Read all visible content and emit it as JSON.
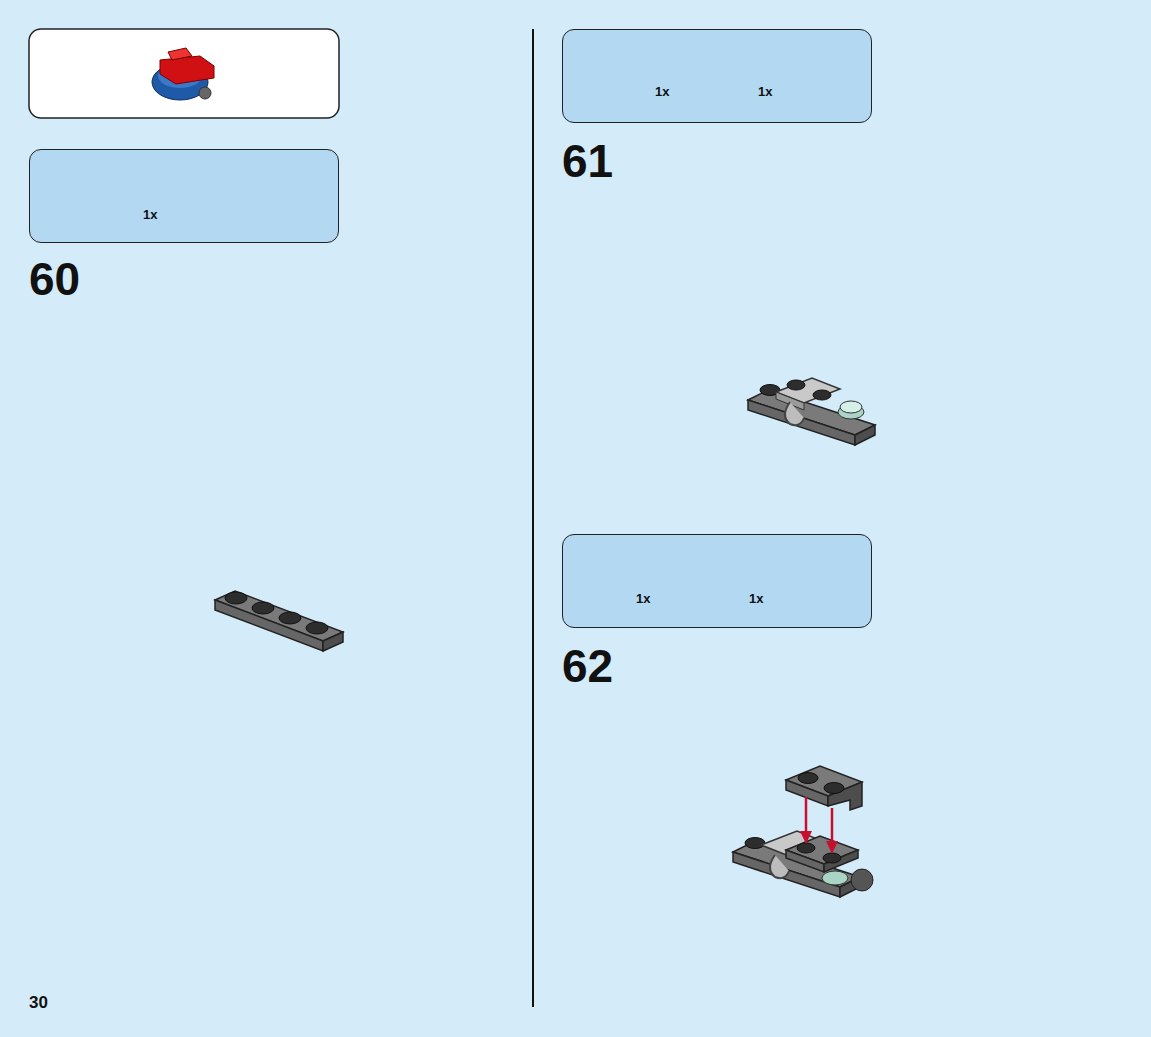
{
  "diagram": {
    "nodes": [
      {
        "text": [
          "1x"
        ]
      },
      {
        "text": [
          "1x",
          "1x"
        ]
      },
      {
        "text": [
          "1x",
          "1x"
        ]
      }
    ],
    "labels": [
      "60",
      "61",
      "62",
      "30"
    ]
  }
}
